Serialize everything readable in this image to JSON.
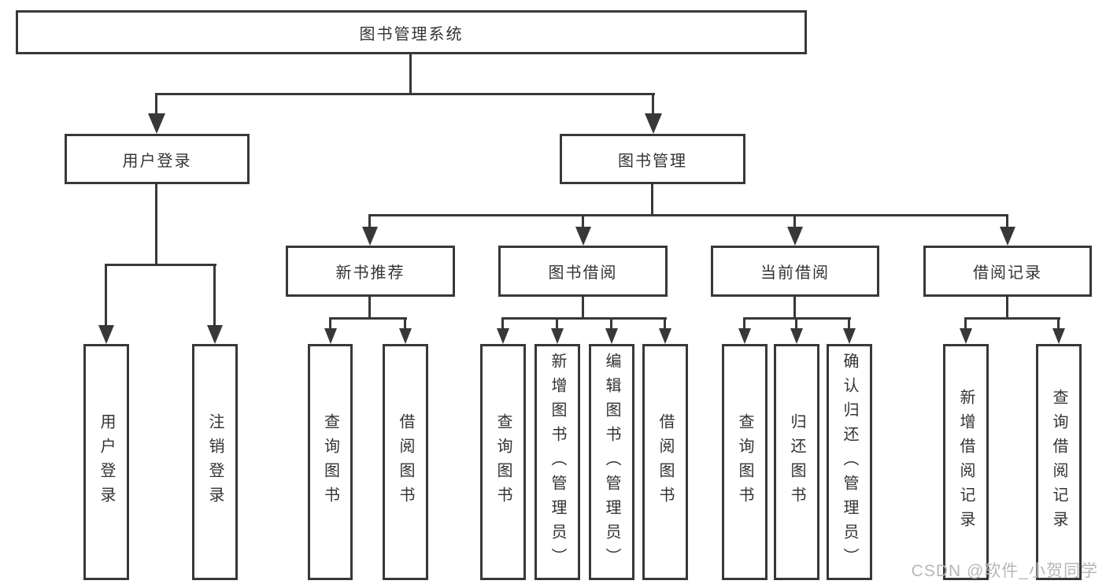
{
  "colors": {
    "line": "#383838",
    "text": "#333333",
    "background": "#ffffff",
    "watermark": "#b7b7b7"
  },
  "tree": {
    "root": "图书管理系统",
    "branches": [
      {
        "label": "用户登录",
        "leaves": [
          "用户登录",
          "注销登录"
        ]
      },
      {
        "label": "图书管理",
        "children": [
          {
            "label": "新书推荐",
            "leaves": [
              "查询图书",
              "借阅图书"
            ]
          },
          {
            "label": "图书借阅",
            "leaves": [
              "查询图书",
              "新增图书（管理员）",
              "编辑图书（管理员）",
              "借阅图书"
            ]
          },
          {
            "label": "当前借阅",
            "leaves": [
              "查询图书",
              "归还图书",
              "确认归还（管理员）"
            ]
          },
          {
            "label": "借阅记录",
            "leaves": [
              "新增借阅记录",
              "查询借阅记录"
            ]
          }
        ]
      }
    ]
  },
  "watermark": "CSDN @软件_小贺同学"
}
